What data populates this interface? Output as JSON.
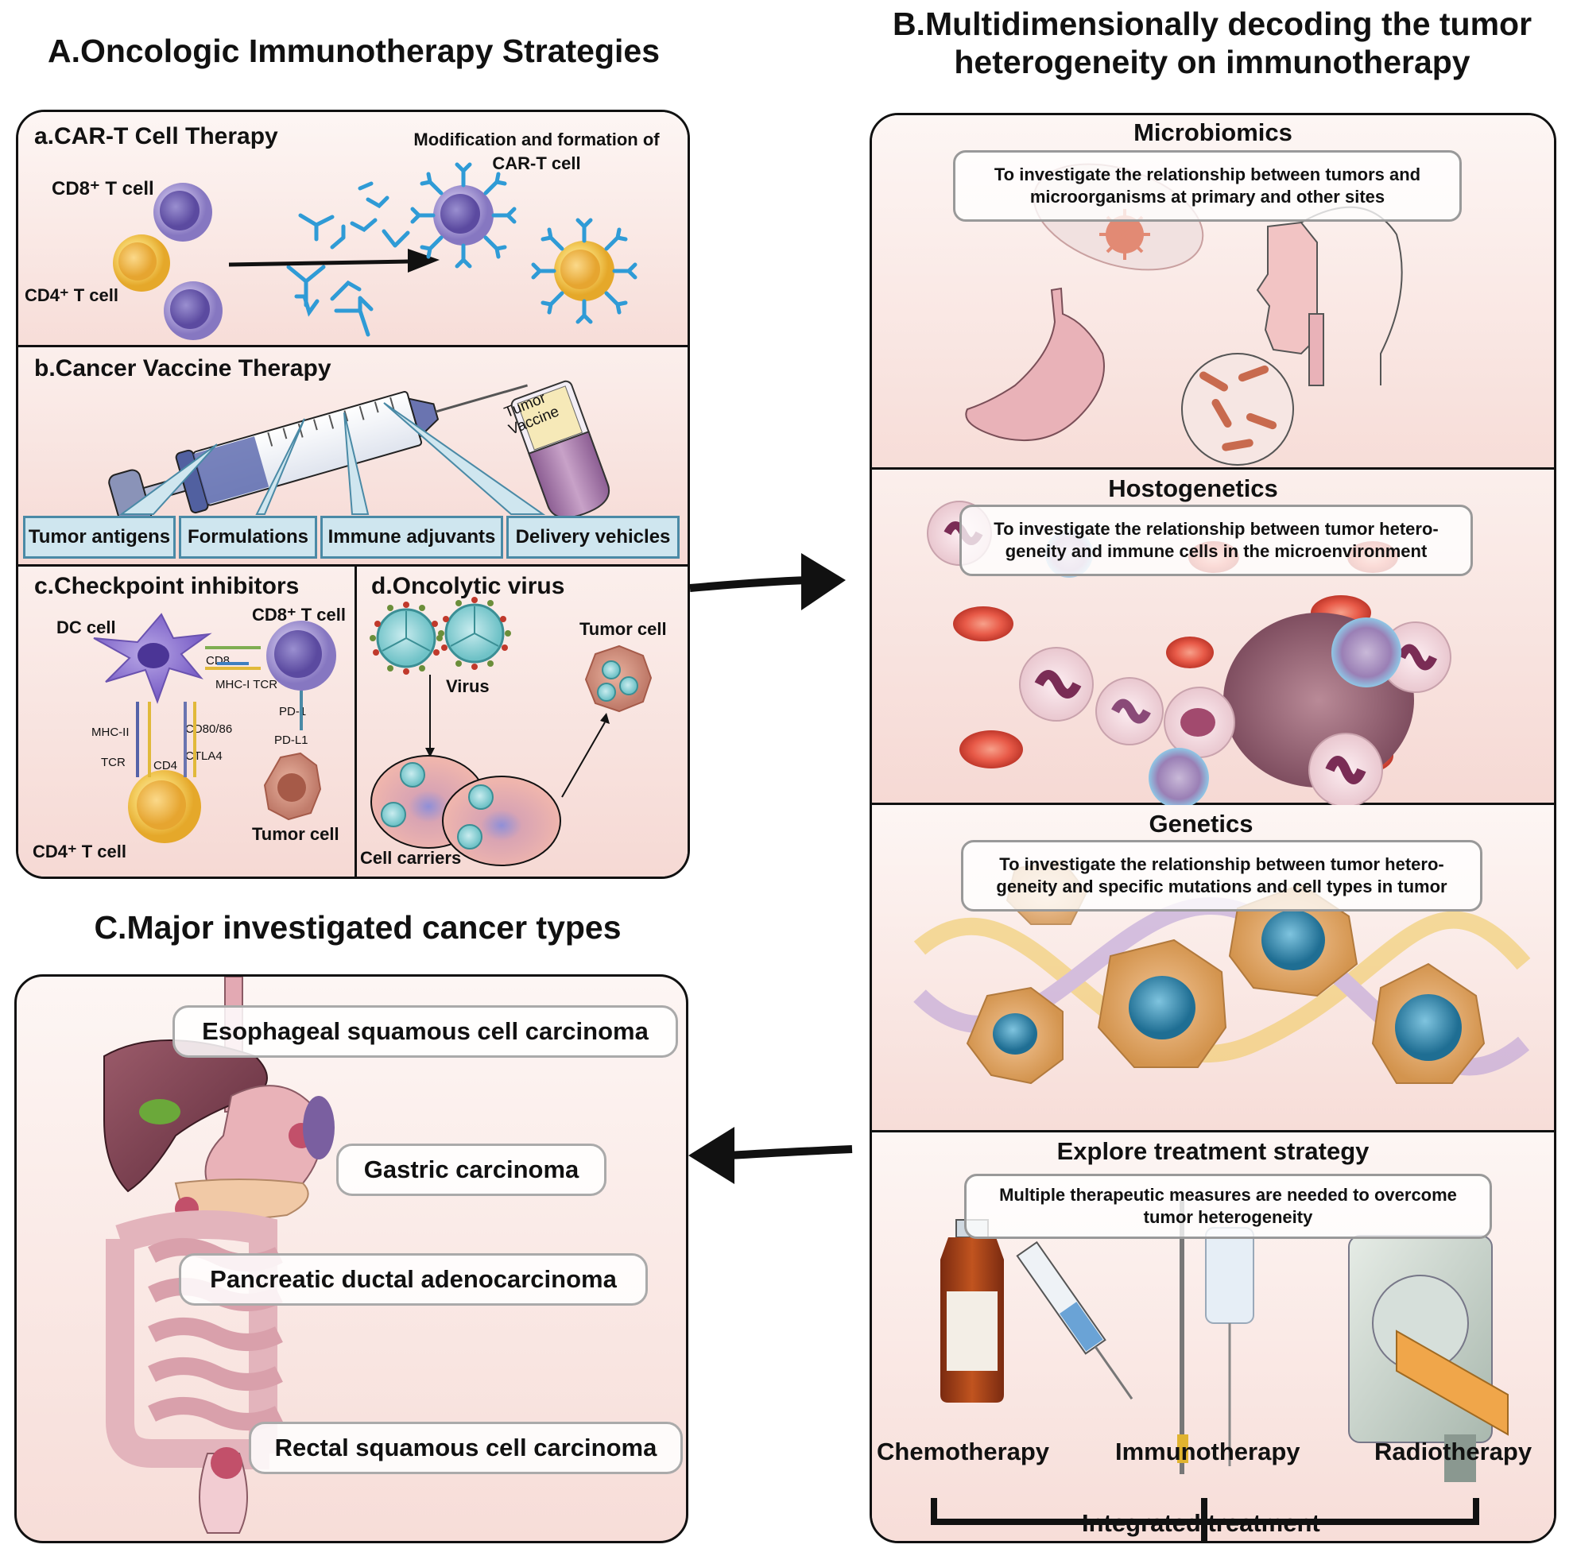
{
  "panel_a": {
    "heading": "A.Oncologic Immunotherapy Strategies",
    "car_t": {
      "title": "a.CAR-T Cell Therapy",
      "cd8_label": "CD8⁺ T cell",
      "cd4_label": "CD4⁺ T cell",
      "modification_label": "Modification and formation of CAR-T cell"
    },
    "vaccine": {
      "title": "b.Cancer Vaccine Therapy",
      "vial_label": "Tumor Vaccine",
      "components": [
        "Tumor antigens",
        "Formulations",
        "Immune adjuvants",
        "Delivery vehicles"
      ]
    },
    "checkpoint": {
      "title": "c.Checkpoint inhibitors",
      "dc_label": "DC cell",
      "cd8_label": "CD8⁺ T cell",
      "cd4_label": "CD4⁺ T cell",
      "tumor_label": "Tumor cell",
      "cd8": "CD8",
      "mhc1_tcr": "MHC-I TCR",
      "pd1": "PD-1",
      "pdl1": "PD-L1",
      "mhc2": "MHC-II",
      "tcr": "TCR",
      "cd4": "CD4",
      "cd80_86": "CD80/86",
      "ctla4": "CTLA4"
    },
    "oncolytic": {
      "title": "d.Oncolytic virus",
      "virus_label": "Virus",
      "tumor_label": "Tumor cell",
      "carrier_label": "Cell carriers"
    }
  },
  "panel_b": {
    "heading": "B.Multidimensionally decoding the tumor heterogeneity on immunotherapy",
    "microbiomics": {
      "title": "Microbiomics",
      "description": "To investigate the relationship between tumors and microorganisms at primary and other sites"
    },
    "hostogenetics": {
      "title": "Hostogenetics",
      "description": "To investigate the relationship between tumor hetero-geneity and immune cells in the microenvironment"
    },
    "genetics": {
      "title": "Genetics",
      "description": "To investigate the relationship between tumor hetero-geneity and specific mutations and cell types in tumor"
    },
    "treatment": {
      "title": "Explore treatment strategy",
      "description": "Multiple therapeutic measures are needed to overcome tumor heterogeneity",
      "options": [
        "Chemotherapy",
        "Immunotherapy",
        "Radiotherapy"
      ],
      "integrated": "Integrated treatment"
    }
  },
  "panel_c": {
    "heading": "C.Major investigated cancer types",
    "cancers": [
      "Esophageal squamous cell carcinoma",
      "Gastric carcinoma",
      "Pancreatic ductal adenocarcinoma",
      "Rectal squamous cell carcinoma"
    ]
  },
  "colors": {
    "section_pink": "#f6d9d4",
    "outline": "#111111",
    "car_blue": "#2f9bd6",
    "vaccine_box": "#cfe6ef",
    "cd8_purple": "#9b8fce",
    "cd4_yellow": "#f2c24a"
  }
}
